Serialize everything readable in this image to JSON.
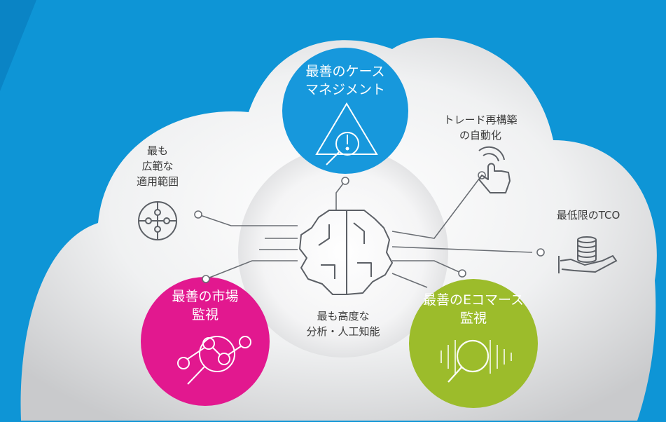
{
  "colors": {
    "background": "#0e95d6",
    "case_circle": "#1798dc",
    "market_circle": "#e2188f",
    "ecommerce_circle": "#9cbc2b",
    "icon_line": "#5c6066",
    "label_text": "#3a3a3a"
  },
  "diagram": {
    "center_label": [
      "最も高度な",
      "分析・人工知能"
    ],
    "circles": [
      {
        "id": "case",
        "lines": [
          "最善のケース",
          "マネジメント"
        ],
        "icon": "warning-magnifier-icon"
      },
      {
        "id": "market",
        "lines": [
          "最善の市場",
          "監視"
        ],
        "icon": "network-magnifier-icon"
      },
      {
        "id": "ecommerce",
        "lines": [
          "最善のEコマース",
          "監視"
        ],
        "icon": "soundwave-magnifier-icon"
      }
    ],
    "features": [
      {
        "id": "coverage",
        "lines": [
          "最も",
          "広範な",
          "適用範囲"
        ],
        "icon": "puzzle-circle-icon"
      },
      {
        "id": "automation",
        "lines": [
          "トレード再構築",
          "の自動化"
        ],
        "icon": "touch-hand-icon"
      },
      {
        "id": "tco",
        "lines": [
          "最低限のTCO"
        ],
        "icon": "coins-hand-icon"
      }
    ],
    "center_icon": "brain-circuit-icon"
  }
}
